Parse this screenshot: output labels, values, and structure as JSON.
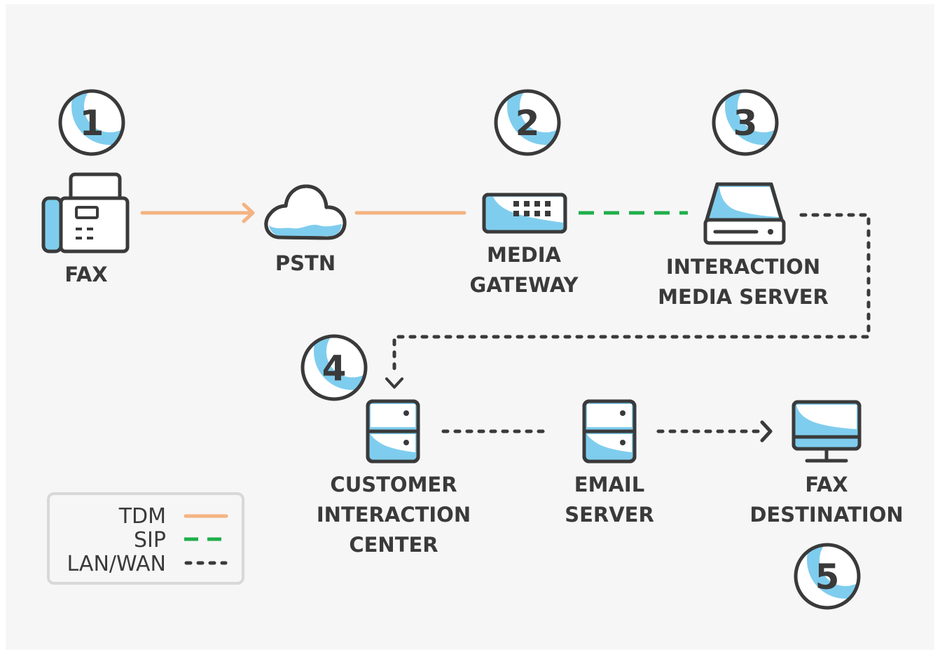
{
  "colors": {
    "tdm": "#f4b381",
    "sip": "#1fae4b",
    "lanwan": "#3a3a3a",
    "accent": "#7fcdee",
    "stroke": "#3a3a3a"
  },
  "steps": [
    "1",
    "2",
    "3",
    "4",
    "5"
  ],
  "nodes": {
    "fax": {
      "label": "FAX",
      "icon": "fax-machine-icon"
    },
    "pstn": {
      "label": "PSTN",
      "icon": "cloud-icon"
    },
    "media_gateway": {
      "line1": "MEDIA",
      "line2": "GATEWAY",
      "icon": "media-gateway-icon"
    },
    "interaction_media_server": {
      "line1": "INTERACTION",
      "line2": "MEDIA SERVER",
      "icon": "drive-server-icon"
    },
    "customer_interaction_center": {
      "line1": "CUSTOMER",
      "line2": "INTERACTION",
      "line3": "CENTER",
      "icon": "server-icon"
    },
    "email_server": {
      "line1": "EMAIL",
      "line2": "SERVER",
      "icon": "server-icon"
    },
    "fax_destination": {
      "line1": "FAX",
      "line2": "DESTINATION",
      "icon": "monitor-icon"
    }
  },
  "legend": {
    "items": [
      {
        "label": "TDM",
        "style": "solid"
      },
      {
        "label": "SIP",
        "style": "dashed"
      },
      {
        "label": "LAN/WAN",
        "style": "dotted"
      }
    ]
  }
}
